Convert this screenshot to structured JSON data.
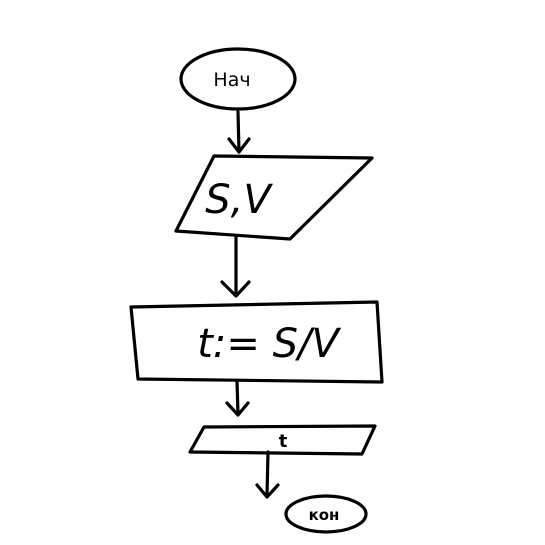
{
  "flowchart": {
    "start": {
      "label": "Нач"
    },
    "input": {
      "label": "S,V"
    },
    "process": {
      "label": "t:= S/V"
    },
    "output": {
      "label": "t"
    },
    "end": {
      "label": "кон"
    }
  },
  "colors": {
    "ink": "#000000",
    "background": "#ffffff"
  }
}
